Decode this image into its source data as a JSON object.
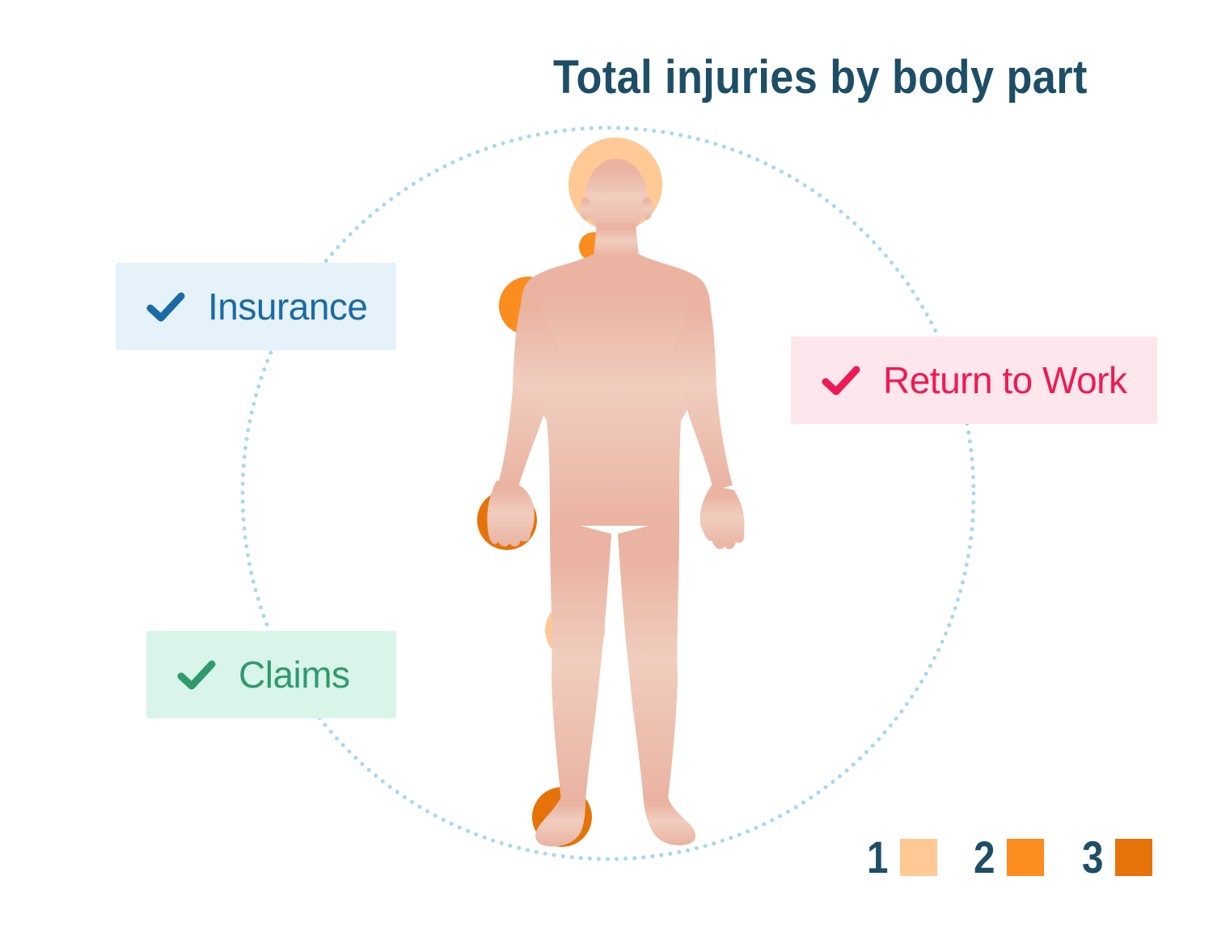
{
  "title": "Total injuries by body part",
  "cards": {
    "insurance": {
      "label": "Insurance",
      "bg": "#e5f2fa",
      "color": "#1a6aa6"
    },
    "return_to_work": {
      "label": "Return to Work",
      "bg": "#fde6ec",
      "color": "#ee1a55"
    },
    "claims": {
      "label": "Claims",
      "bg": "#d9f5ea",
      "color": "#2f9a6e"
    }
  },
  "legend": [
    {
      "label": "1",
      "color": "#fec995"
    },
    {
      "label": "2",
      "color": "#fb8c1e"
    },
    {
      "label": "3",
      "color": "#e5730a"
    }
  ],
  "colors": {
    "title": "#1d4e66",
    "ring": "#a8d8ee",
    "skin_light": "#f0cdbe",
    "skin_dark": "#eab3a2"
  },
  "injuries": [
    {
      "part": "head",
      "level": 1
    },
    {
      "part": "neck",
      "level": 2
    },
    {
      "part": "right-shoulder",
      "level": 2
    },
    {
      "part": "right-hand",
      "level": 3
    },
    {
      "part": "right-knee",
      "level": 1
    },
    {
      "part": "right-foot",
      "level": 3
    }
  ]
}
